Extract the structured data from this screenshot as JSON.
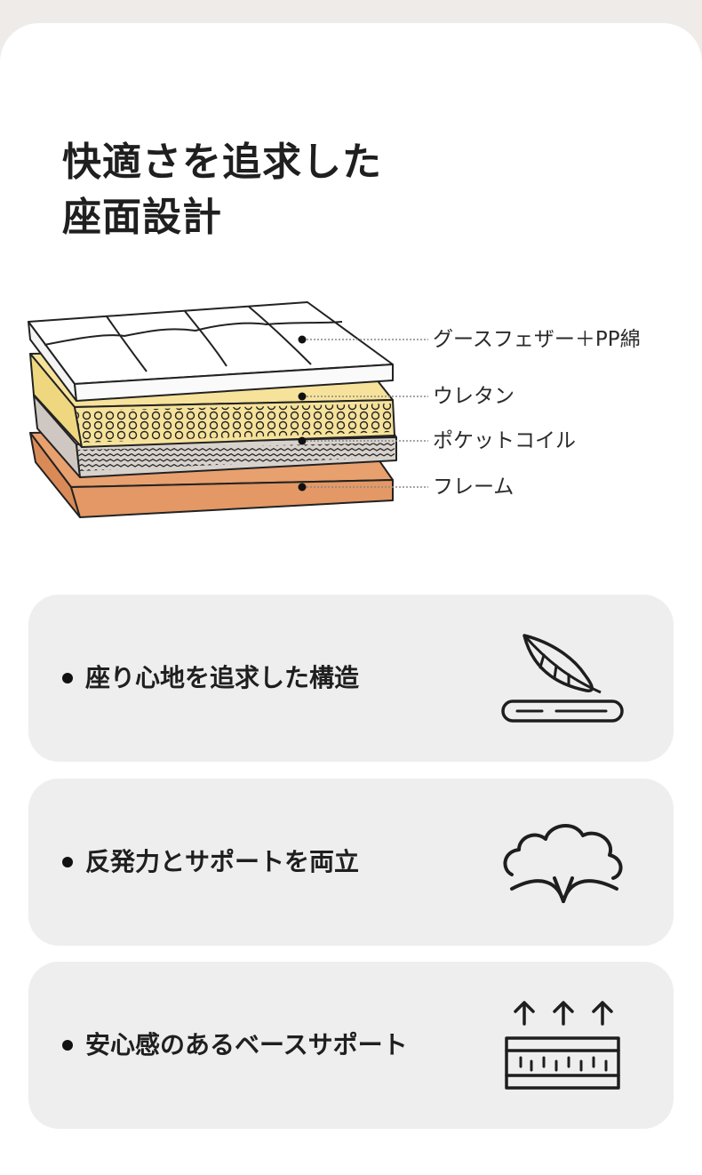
{
  "title": {
    "line1": "快適さを追求した",
    "line2": "座面設計"
  },
  "layers": [
    {
      "label": "グースフェザー＋PP綿"
    },
    {
      "label": "ウレタン"
    },
    {
      "label": "ポケットコイル"
    },
    {
      "label": "フレーム"
    }
  ],
  "features": [
    {
      "label": "座り心地を追求した構造",
      "icon": "feather-cushion-icon"
    },
    {
      "label": "反発力とサポートを両立",
      "icon": "cotton-plant-icon"
    },
    {
      "label": "安心感のあるベースサポート",
      "icon": "support-mattress-icon"
    }
  ],
  "colors": {
    "background": "#efebe9",
    "card": "#ffffff",
    "feature_box": "#eeeeee",
    "feather_layer": "#ffffff",
    "urethane_layer": "#f6e29a",
    "coil_layer": "#d8d2cd",
    "frame_layer": "#e8a06e"
  }
}
